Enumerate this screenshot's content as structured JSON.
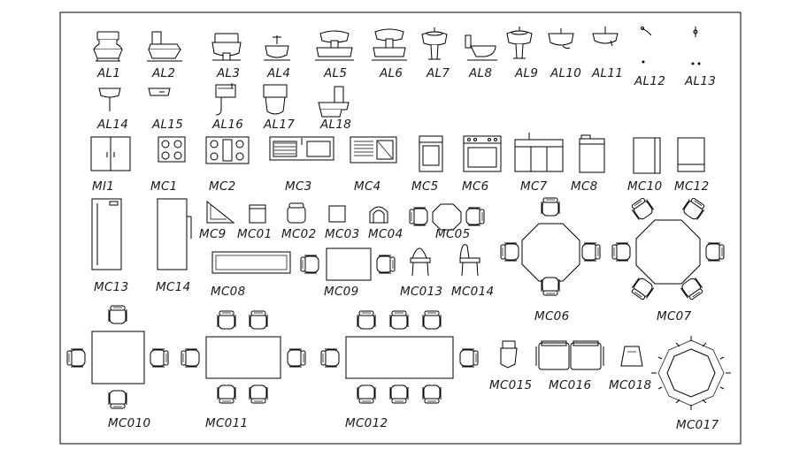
{
  "labels": {
    "AL1": "AL1",
    "AL2": "AL2",
    "AL3": "AL3",
    "AL4": "AL4",
    "AL5": "AL5",
    "AL6": "AL6",
    "AL7": "AL7",
    "AL8": "AL8",
    "AL9": "AL9",
    "AL10": "AL10",
    "AL11": "AL11",
    "AL12": "AL12",
    "AL13": "AL13",
    "AL14": "AL14",
    "AL15": "AL15",
    "AL16": "AL16",
    "AL17": "AL17",
    "AL18": "AL18",
    "MI1": "MI1",
    "MC1": "MC1",
    "MC2": "MC2",
    "MC3": "MC3",
    "MC4": "MC4",
    "MC5": "MC5",
    "MC6": "MC6",
    "MC7": "MC7",
    "MC8": "MC8",
    "MC10": "MC10",
    "MC12": "MC12",
    "MC9": "MC9",
    "MC01": "MC01",
    "MC02": "MC02",
    "MC03": "MC03",
    "MC04": "MC04",
    "MC05": "MC05",
    "MC13": "MC13",
    "MC14": "MC14",
    "MC08": "MC08",
    "MC09": "MC09",
    "MC013": "MC013",
    "MC014": "MC014",
    "MC06": "MC06",
    "MC07": "MC07",
    "MC010": "MC010",
    "MC011": "MC011",
    "MC012": "MC012",
    "MC015": "MC015",
    "MC016": "MC016",
    "MC018": "MC018",
    "MC017": "MC017"
  }
}
